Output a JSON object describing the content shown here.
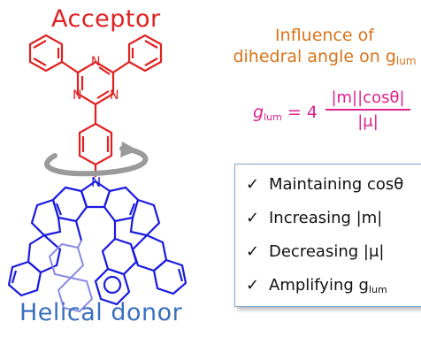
{
  "labels": {
    "acceptor": "Acceptor",
    "donor": "Helical donor",
    "influence_line1": "Influence of",
    "influence_line2": "dihedral angle on g",
    "influence_sub": "lum"
  },
  "formula": {
    "lhs_symbol": "g",
    "lhs_sub": "lum",
    "equals": "= 4",
    "numerator": "|m||cosθ|",
    "denominator": "|μ|"
  },
  "checklist": {
    "items": [
      {
        "tick": "✓",
        "text": "Maintaining cosθ",
        "sub": ""
      },
      {
        "tick": "✓",
        "text": "Increasing |m|",
        "sub": ""
      },
      {
        "tick": "✓",
        "text": "Decreasing |μ|",
        "sub": ""
      },
      {
        "tick": "✓",
        "text": "Amplifying g",
        "sub": "lum"
      }
    ]
  },
  "colors": {
    "acceptor": "#e02020",
    "donor": "#1a1ae0",
    "donor_light": "#8a8ae6",
    "donor_label": "#3a6fbf",
    "influence": "#d9731a",
    "formula": "#e0208c",
    "rotation_arrow": "#999999",
    "box_border": "#7fa8cc"
  },
  "atoms": {
    "triazine_n": "N",
    "carbazole_n": "N"
  }
}
